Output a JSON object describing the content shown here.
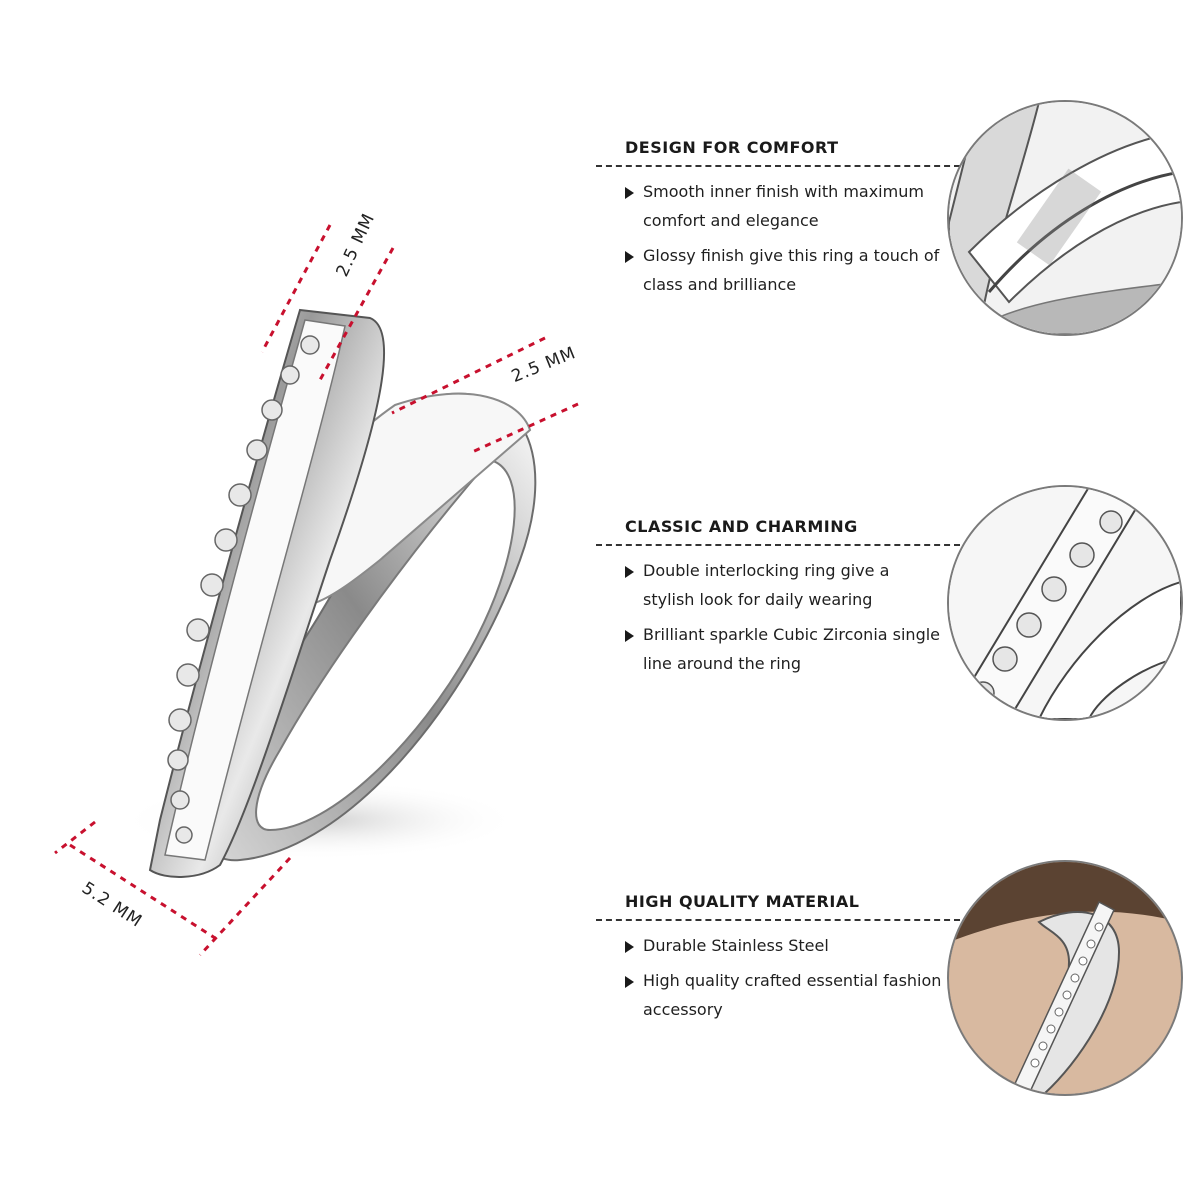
{
  "dimensions": {
    "top_left": "2.5 MM",
    "top_right": "2.5 MM",
    "bottom": "5.2 MM"
  },
  "dimension_line_color": "#c8102e",
  "features": [
    {
      "title": "DESIGN FOR COMFORT",
      "bullets": [
        "Smooth inner finish with maximum comfort and elegance",
        "Glossy finish give this ring a touch of class and brilliance"
      ]
    },
    {
      "title": "CLASSIC AND CHARMING",
      "bullets": [
        "Double interlocking ring give a stylish look for daily wearing",
        "Brilliant sparkle Cubic Zirconia single line around the ring"
      ]
    },
    {
      "title": "HIGH QUALITY MATERIAL",
      "bullets": [
        "Durable Stainless Steel",
        "High quality crafted essential fashion accessory"
      ]
    }
  ],
  "icons": {
    "bullet": "triangle-right-icon"
  }
}
